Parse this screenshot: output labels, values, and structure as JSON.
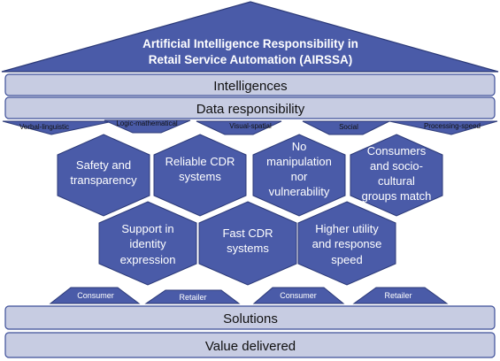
{
  "roof": {
    "title_line1": "Artificial Intelligence Responsibility in",
    "title_line2": "Retail Service Automation (AIRSSA)"
  },
  "bars": {
    "intelligences": "Intelligences",
    "data_responsibility": "Data responsibility",
    "solutions": "Solutions",
    "value_delivered": "Value delivered"
  },
  "intelligence_types": {
    "verbal": "Verbal-linguistic",
    "logic": "Logic-mathematical",
    "visual": "Visual-spatial",
    "social": "Social",
    "processing": "Processing-speed"
  },
  "hex_top": {
    "h1": [
      "Safety and",
      "transparency"
    ],
    "h2": [
      "Reliable CDR",
      "systems"
    ],
    "h3": [
      "No",
      "manipulation",
      "nor",
      "vulnerability"
    ],
    "h4": [
      "Consumers",
      "and socio-",
      "cultural",
      "groups match"
    ]
  },
  "hex_bottom": {
    "h5": [
      "Support in",
      "identity",
      "expression"
    ],
    "h6": [
      "Fast CDR",
      "systems"
    ],
    "h7": [
      "Higher utility",
      "and response",
      "speed"
    ]
  },
  "stakeholders": {
    "s1": "Consumer",
    "s2": "Retailer",
    "s3": "Consumer",
    "s4": "Retailer"
  },
  "colors": {
    "fill": "#4a5ba8",
    "stroke": "#2c3a78",
    "bar_fill": "#c7cce2",
    "bar_stroke": "#3d4f99",
    "text_dark": "#111111",
    "text_light": "#ffffff"
  }
}
